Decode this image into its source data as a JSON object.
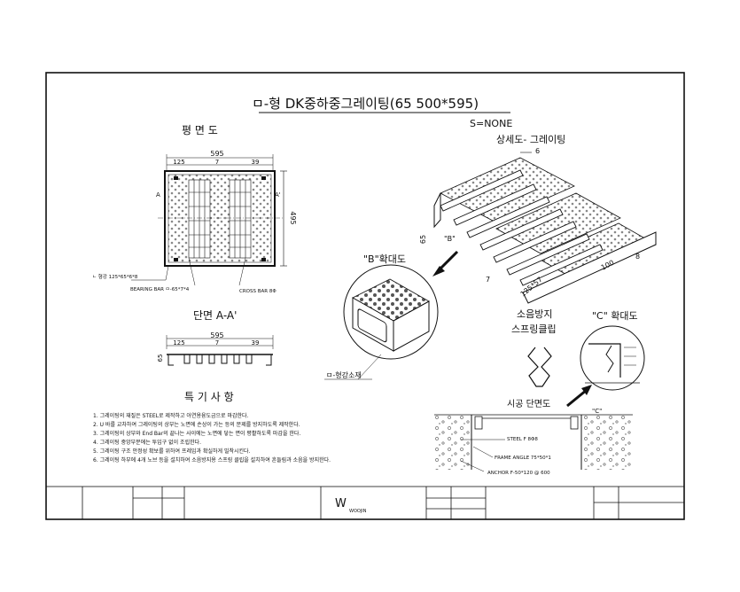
{
  "sheet": {
    "title": "ㅁ-형 DK중하중그레이팅(65 500*595)",
    "scale": "S=NONE"
  },
  "plan": {
    "title": "평 면 도",
    "width": "595",
    "segments": [
      "125",
      "7",
      "39"
    ],
    "height": "495",
    "section_mark": "A",
    "section_mark_prime": "A'",
    "note_frame": "ㄴ 형강 125*65*6*8",
    "note_bearing": "BEARING BAR ㅁ-65*7*4",
    "note_cross": "CROSS BAR 8Φ"
  },
  "section": {
    "title": "단면 A-A'",
    "width": "595",
    "segments": [
      "125",
      "7",
      "39"
    ],
    "height": "65"
  },
  "detail": {
    "title": "상세도- 그레이팅",
    "dim_top": "6",
    "dim_height": "65",
    "dim_gap": "7",
    "dim_frame": "125*57",
    "dim_pitch": "100",
    "dim_bar": "8",
    "callout_b": "\"B\""
  },
  "enlarge_b": {
    "title": "\"B\"확대도",
    "label": "ㅁ-형강소재"
  },
  "clip": {
    "title_line1": "소음방지",
    "title_line2": "스프링클립"
  },
  "enlarge_c": {
    "title": "\"C\" 확대도"
  },
  "install": {
    "title": "시공 단면도",
    "callout_c": "\"C\"",
    "note_steel": "STEEL F 8Φ8",
    "note_frame": "FRAME ANGLE 75*50*1",
    "note_anchor": "ANCHOR F-50*120 @ 600"
  },
  "specs": {
    "title": "특 기 사 항",
    "items": [
      "1. 그레이팅의 재질은 STEEL로 제작하고 아연용융도금으로 마감한다.",
      "2. U 바를 교차하여 그레이팅의 상부는 노면에 손상이 가는 등의 문제를 방지하도록 제작한다.",
      "3. 그레이팅의 상부와 End Bar의 끝나는 사이에는 노면에 닿는 면이 평활하도록 마감을 한다.",
      "4. 그레이팅 중앙부분에는 투입구 없이 조립한다.",
      "5. 그레이팅 구조 안정성 확보를 위하여 프레임과 확실하게 밀착시킨다.",
      "6. 그레이팅 하부에 4개 노브 등을 설치하여 소음방지용 스프링 클립을 설치하여 흔들림과 소음을 방지한다."
    ]
  },
  "title_block": {
    "logo_text": "W",
    "company": "WOOJIN"
  }
}
